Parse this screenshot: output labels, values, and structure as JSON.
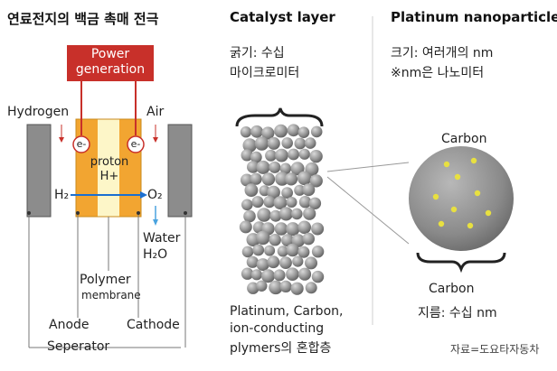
{
  "fuel_cell": {
    "title": "연료전지의 백금 촉매 전극",
    "power_label": "Power\ngeneration",
    "hydrogen": "Hydrogen",
    "air": "Air",
    "electron_left": "e-",
    "electron_right": "e-",
    "proton": "proton\nH+",
    "h2": "H₂",
    "o2": "O₂",
    "water": "Water\nH₂O",
    "polymer": "Polymer",
    "membrane": "membrane",
    "anode": "Anode",
    "cathode": "Cathode",
    "separator": "Seperator"
  },
  "catalyst": {
    "title": "Catalyst layer",
    "size_line1": "굵기: 수십",
    "size_line2": "마이크로미터",
    "desc_line1": "Platinum, Carbon,",
    "desc_line2": "ion-conducting",
    "desc_line3": "plymers의 혼합층"
  },
  "nanoparticle": {
    "title": "Platinum nanoparticle",
    "size_line1": "크기: 여러개의 nm",
    "size_line2": "※nm은 나노미터",
    "carbon_top": "Carbon",
    "carbon_label": "Carbon",
    "diameter": "지름: 수십 nm"
  },
  "source": "자료=도요타자동차",
  "colors": {
    "power_box": "#c8302a",
    "electrode": "#f2a531",
    "membrane": "#fdf6c8",
    "separator": "#8c8c8c",
    "platinum": "#e8e040",
    "sphere": "#8a8a8a",
    "water_arrow": "#4aa3df"
  }
}
